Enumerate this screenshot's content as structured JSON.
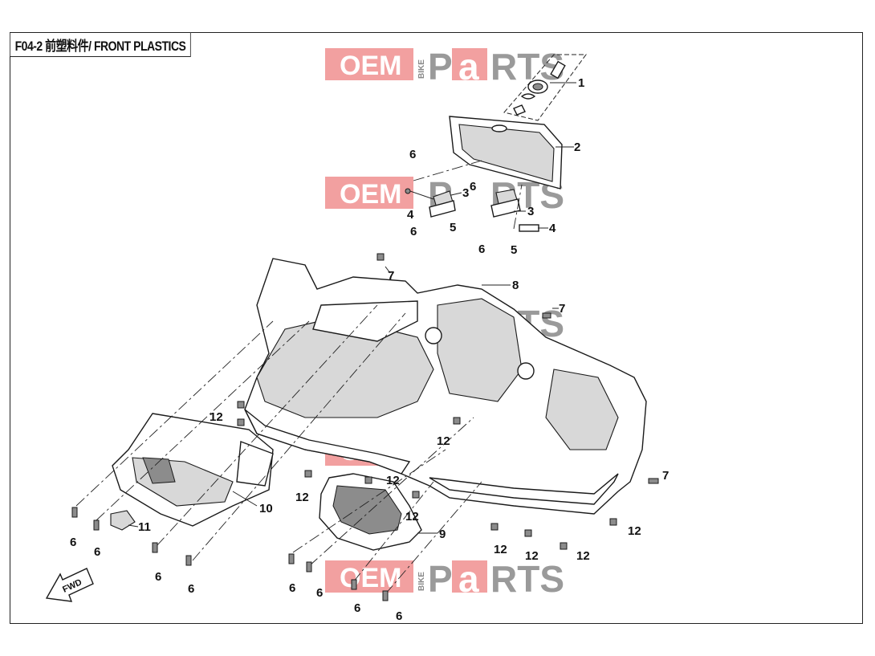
{
  "title": "F04-2 前塑料件/ FRONT PLASTICS",
  "watermark": {
    "oem": "OEM",
    "bike": "BIKE",
    "p": "P",
    "a": "a",
    "rts": "RTS",
    "colors": {
      "red": "#f2a0a0",
      "grey": "#9a9a9a"
    }
  },
  "fwd_label": "FWD",
  "callouts": {
    "c1": "1",
    "c2": "2",
    "c3a": "3",
    "c3b": "3",
    "c4a": "4",
    "c4b": "4",
    "c5a": "5",
    "c5b": "5",
    "c6a": "6",
    "c6b": "6",
    "c6c": "6",
    "c6d": "6",
    "c6e": "6",
    "c6f": "6",
    "c6g": "6",
    "c6h": "6",
    "c6i": "6",
    "c6j": "6",
    "c6k": "6",
    "c6l": "6",
    "c7a": "7",
    "c7b": "7",
    "c7c": "7",
    "c8": "8",
    "c9": "9",
    "c10": "10",
    "c11": "11",
    "c12a": "12",
    "c12b": "12",
    "c12c": "12",
    "c12d": "12",
    "c12e": "12",
    "c12f": "12",
    "c12g": "12",
    "c12h": "12",
    "c12i": "12"
  }
}
